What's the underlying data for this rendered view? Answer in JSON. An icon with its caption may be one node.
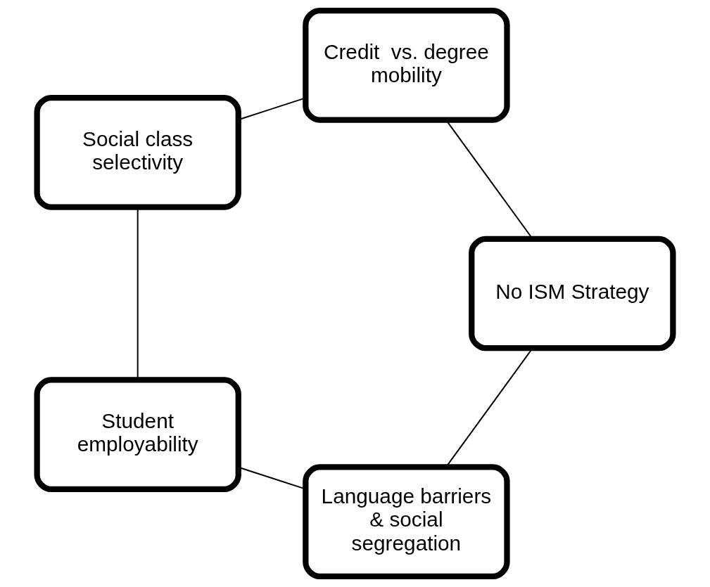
{
  "diagram": {
    "nodes": [
      {
        "text": [
          "Language barriers & social segregation"
        ]
      },
      {
        "text": [
          "Student employability"
        ]
      },
      {
        "text": [
          "Social class selectivity"
        ]
      },
      {
        "text": [
          "Credit  vs. degree mobility"
        ]
      },
      {
        "text": [
          "No ISM Strategy"
        ]
      }
    ],
    "edges": [
      {
        "from": 0,
        "to": 1,
        "arrow": "none"
      },
      {
        "from": 1,
        "to": 2,
        "arrow": "none"
      },
      {
        "from": 2,
        "to": 3,
        "arrow": "none"
      },
      {
        "from": 3,
        "to": 4,
        "arrow": "none"
      },
      {
        "from": 4,
        "to": 0,
        "arrow": "none"
      }
    ]
  }
}
